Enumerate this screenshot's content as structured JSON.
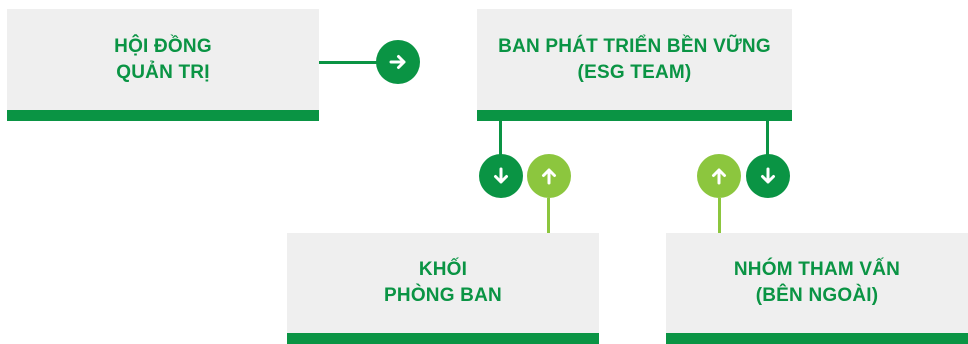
{
  "colors": {
    "dark_green": "#0a9444",
    "light_green": "#8cc63e",
    "box_bg": "#efefef",
    "text_green": "#0a9444"
  },
  "nodes": {
    "board": {
      "line1": "HỘI ĐỒNG",
      "line2": "QUẢN TRỊ"
    },
    "esg": {
      "line1": "BAN PHÁT TRIỂN BỀN VỮNG",
      "line2": "(ESG TEAM)"
    },
    "departments": {
      "line1": "KHỐI",
      "line2": "PHÒNG BAN"
    },
    "external": {
      "line1": "NHÓM THAM VẤN",
      "line2": "(BÊN NGOÀI)"
    }
  },
  "connectors": [
    {
      "from": "board",
      "to": "esg",
      "icon": "arrow-right-icon",
      "color": "dark"
    },
    {
      "from": "esg",
      "to": "departments",
      "icon": "arrow-down-icon",
      "color": "dark"
    },
    {
      "from": "departments",
      "to": "esg",
      "icon": "arrow-up-icon",
      "color": "light"
    },
    {
      "from": "external",
      "to": "esg",
      "icon": "arrow-up-icon",
      "color": "light"
    },
    {
      "from": "esg",
      "to": "external",
      "icon": "arrow-down-icon",
      "color": "dark"
    }
  ]
}
